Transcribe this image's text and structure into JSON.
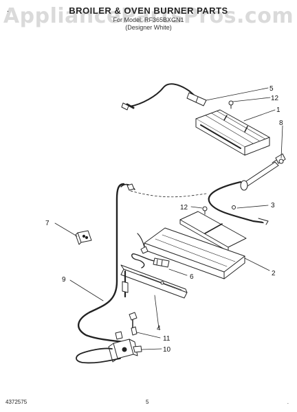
{
  "header": {
    "watermark": "AppliancePartsPros.com",
    "title": "BROILER & OVEN BURNER PARTS",
    "model_line": "For Model: RF365BXGN1",
    "color_line": "(Designer White)",
    "marker": "."
  },
  "callouts": [
    "1",
    "2",
    "3",
    "4",
    "5",
    "6",
    "7",
    "8",
    "9",
    "10",
    "11",
    "12",
    "12"
  ],
  "footer": {
    "part_number": "4372575",
    "page": "5",
    "corner": "."
  },
  "colors": {
    "line": "#222222",
    "shade": "#d8d8d8",
    "background": "#ffffff"
  }
}
